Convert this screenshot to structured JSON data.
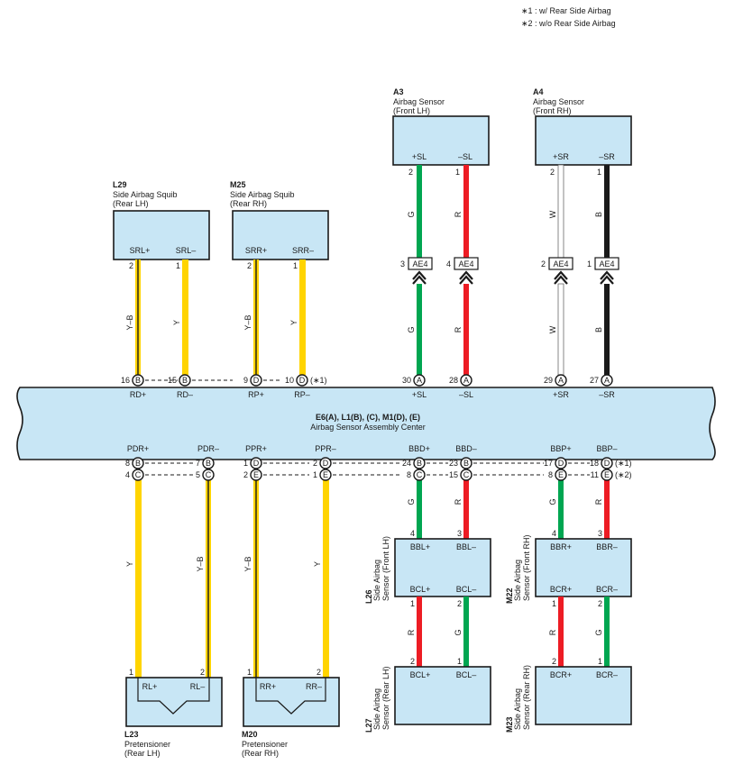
{
  "notes": [
    "∗1 : w/ Rear Side Airbag",
    "∗2 : w/o Rear Side Airbag"
  ],
  "main_center": {
    "code": "E6(A), L1(B), (C), M1(D), (E)",
    "name": "Airbag Sensor Assembly Center",
    "top_pins": [
      {
        "pin": "16",
        "conn": "B",
        "label": "RD+"
      },
      {
        "pin": "15",
        "conn": "B",
        "label": "RD–"
      },
      {
        "pin": "9",
        "conn": "D",
        "label": "RP+"
      },
      {
        "pin": "10",
        "conn": "D",
        "label": "RP–",
        "note": "(∗1)"
      },
      {
        "pin": "30",
        "conn": "A",
        "label": "+SL"
      },
      {
        "pin": "28",
        "conn": "A",
        "label": "–SL"
      },
      {
        "pin": "29",
        "conn": "A",
        "label": "+SR"
      },
      {
        "pin": "27",
        "conn": "A",
        "label": "–SR"
      }
    ],
    "bottom_labels": [
      "PDR+",
      "PDR–",
      "PPR+",
      "PPR–",
      "BBD+",
      "BBD–",
      "BBP+",
      "BBP–"
    ],
    "bottom_row1": [
      {
        "pin": "8",
        "conn": "B"
      },
      {
        "pin": "7",
        "conn": "B"
      },
      {
        "pin": "1",
        "conn": "D"
      },
      {
        "pin": "2",
        "conn": "D"
      },
      {
        "pin": "24",
        "conn": "B"
      },
      {
        "pin": "23",
        "conn": "B"
      },
      {
        "pin": "17",
        "conn": "D"
      },
      {
        "pin": "18",
        "conn": "D"
      }
    ],
    "bottom_row2": [
      {
        "pin": "4",
        "conn": "C"
      },
      {
        "pin": "5",
        "conn": "C"
      },
      {
        "pin": "2",
        "conn": "E"
      },
      {
        "pin": "1",
        "conn": "E"
      },
      {
        "pin": "8",
        "conn": "C"
      },
      {
        "pin": "15",
        "conn": "C"
      },
      {
        "pin": "8",
        "conn": "E"
      },
      {
        "pin": "11",
        "conn": "E"
      }
    ],
    "row1_note": "(∗1)",
    "row2_note": "(∗2)"
  },
  "components": {
    "a3": {
      "code": "A3",
      "name": "Airbag Sensor",
      "sub": "(Front LH)",
      "terms": [
        "+SL",
        "–SL"
      ],
      "pins": [
        "2",
        "1"
      ]
    },
    "a4": {
      "code": "A4",
      "name": "Airbag Sensor",
      "sub": "(Front RH)",
      "terms": [
        "+SR",
        "–SR"
      ],
      "pins": [
        "2",
        "1"
      ]
    },
    "l29": {
      "code": "L29",
      "name": "Side Airbag Squib",
      "sub": "(Rear LH)",
      "terms": [
        "SRL+",
        "SRL–"
      ],
      "pins": [
        "2",
        "1"
      ]
    },
    "m25": {
      "code": "M25",
      "name": "Side Airbag Squib",
      "sub": "(Rear RH)",
      "terms": [
        "SRR+",
        "SRR–"
      ],
      "pins": [
        "2",
        "1"
      ]
    },
    "l26": {
      "code": "L26",
      "name1": "Side Airbag",
      "name2": "Sensor (Front LH)",
      "terms_top": [
        "BBL+",
        "BBL–"
      ],
      "terms_bot": [
        "BCL+",
        "BCL–"
      ],
      "pins_top": [
        "4",
        "3"
      ],
      "pins_bot": [
        "1",
        "2"
      ]
    },
    "m22": {
      "code": "M22",
      "name1": "Side Airbag",
      "name2": "Sensor (Front RH)",
      "terms_top": [
        "BBR+",
        "BBR–"
      ],
      "terms_bot": [
        "BCR+",
        "BCR–"
      ],
      "pins_top": [
        "4",
        "3"
      ],
      "pins_bot": [
        "1",
        "2"
      ]
    },
    "l27": {
      "code": "L27",
      "name1": "Side Airbag",
      "name2": "Sensor (Rear LH)",
      "terms": [
        "BCL+",
        "BCL–"
      ],
      "pins": [
        "2",
        "1"
      ]
    },
    "m23": {
      "code": "M23",
      "name1": "Side Airbag",
      "name2": "Sensor (Rear RH)",
      "terms": [
        "BCR+",
        "BCR–"
      ],
      "pins": [
        "2",
        "1"
      ]
    },
    "l23": {
      "code": "L23",
      "name": "Pretensioner",
      "sub": "(Rear LH)",
      "terms": [
        "RL+",
        "RL–"
      ],
      "pins": [
        "1",
        "2"
      ]
    },
    "m20": {
      "code": "M20",
      "name": "Pretensioner",
      "sub": "(Rear RH)",
      "terms": [
        "RR+",
        "RR–"
      ],
      "pins": [
        "1",
        "2"
      ]
    }
  },
  "connector": {
    "name": "AE4",
    "pins": [
      "3",
      "4",
      "2",
      "1"
    ]
  },
  "wires": {
    "front_upper": [
      "G",
      "R",
      "W",
      "B"
    ],
    "front_lower": [
      "G",
      "R",
      "W",
      "B"
    ],
    "squib": [
      "Y–B",
      "Y",
      "Y–B",
      "Y"
    ],
    "center_to_side": [
      "G",
      "R",
      "G",
      "R"
    ],
    "side_to_rear": [
      "R",
      "G",
      "R",
      "G"
    ],
    "pretensioner": [
      "Y",
      "Y–B",
      "Y–B",
      "Y"
    ]
  },
  "colors": {
    "G": "#00a651",
    "R": "#ed1c24",
    "W": "#ffffff",
    "B": "#1a1a1a",
    "Y": "#ffd400",
    "box_fill": "#c8e6f5",
    "outline": "#1a1a1a"
  }
}
